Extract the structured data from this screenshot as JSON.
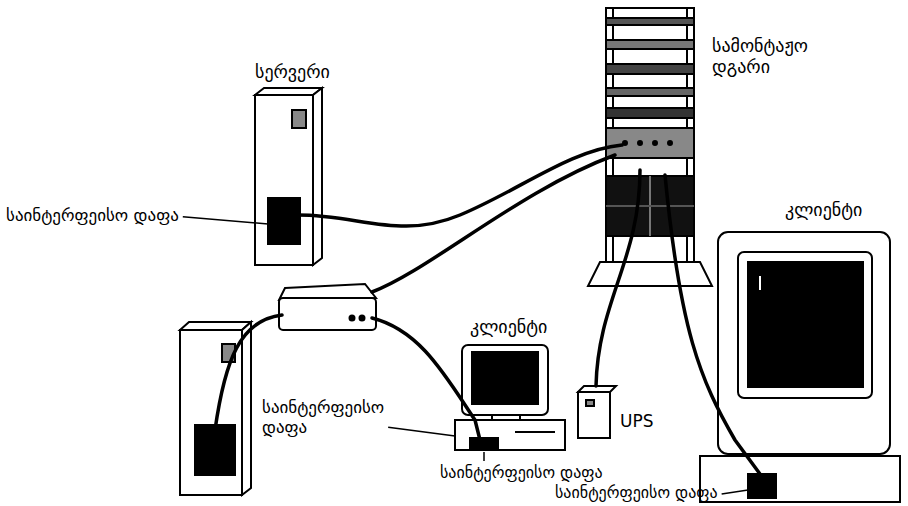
{
  "diagram": {
    "labels": [
      "სამონტაჟო დგარი",
      "სერვერი",
      "საინტერფეისო დაფა",
      "კლიენტი",
      "კლიენტი",
      "UPS",
      "საინტერფეისო დაფა",
      "საინტერფეისო დაფა",
      "საინტერფეისო დაფა"
    ]
  }
}
